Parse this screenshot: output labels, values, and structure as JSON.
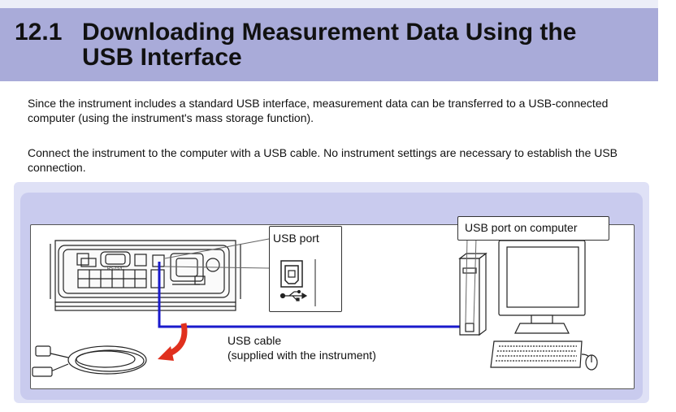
{
  "header": {
    "section_number": "12.1",
    "title_line1": "Downloading Measurement Data Using the",
    "title_line2": "USB Interface"
  },
  "body": {
    "paragraph1": "Since the instrument includes a standard USB interface, measurement data can be transferred to a USB-connected computer (using the instrument's mass storage function).",
    "paragraph2": "Connect the instrument to the computer with a USB cable. No instrument settings are necessary to establish the USB connection."
  },
  "figure": {
    "usb_port_label": "USB port",
    "pc_port_label": "USB port on computer",
    "cable_label_line1": "USB cable",
    "cable_label_line2": "(supplied with the instrument)",
    "rs232c_label": "RS-232C",
    "cable_color": "#1a1acc",
    "arrow_color": "#e0301e"
  }
}
